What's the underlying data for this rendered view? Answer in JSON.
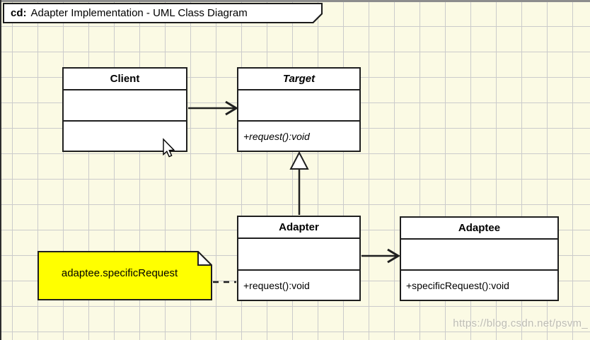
{
  "frame": {
    "tag": "cd:",
    "title": "Adapter Implementation - UML Class Diagram"
  },
  "classes": {
    "client": {
      "name": "Client",
      "attributes": "",
      "operations": ""
    },
    "target": {
      "name": "Target",
      "attributes": "",
      "operations": "+request():void",
      "abstract": true
    },
    "adapter": {
      "name": "Adapter",
      "attributes": "",
      "operations": "+request():void"
    },
    "adaptee": {
      "name": "Adaptee",
      "attributes": "",
      "operations": "+specificRequest():void"
    }
  },
  "note": {
    "text": "adaptee.specificRequest",
    "attached_to": "Adapter"
  },
  "relationships": [
    {
      "from": "Client",
      "to": "Target",
      "type": "association-arrow"
    },
    {
      "from": "Adapter",
      "to": "Target",
      "type": "generalization-hollow-triangle"
    },
    {
      "from": "Adapter",
      "to": "Adaptee",
      "type": "association-arrow"
    },
    {
      "from": "note",
      "to": "Adapter",
      "type": "dashed-anchor"
    }
  ],
  "watermark": {
    "text": "https://blog.csdn.net/psvm_"
  },
  "colors": {
    "background": "#fbfae4",
    "grid": "#cbcbcb",
    "box_fill": "#ffffff",
    "box_border": "#1f1f1f",
    "note_fill": "#ffff00"
  }
}
